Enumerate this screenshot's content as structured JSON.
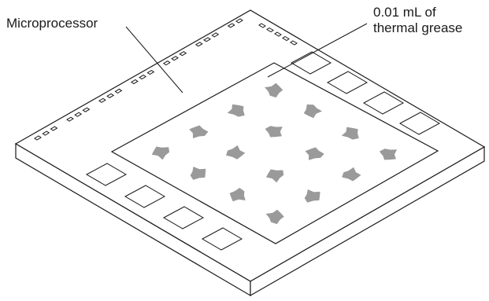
{
  "labels": {
    "microprocessor": "Microprocessor",
    "grease_line1": "0.01 mL of",
    "grease_line2": "thermal grease"
  },
  "colors": {
    "line": "#1a1a1a",
    "grease": "#9a9a9a",
    "background": "#ffffff"
  },
  "grease_dot_count": 16
}
